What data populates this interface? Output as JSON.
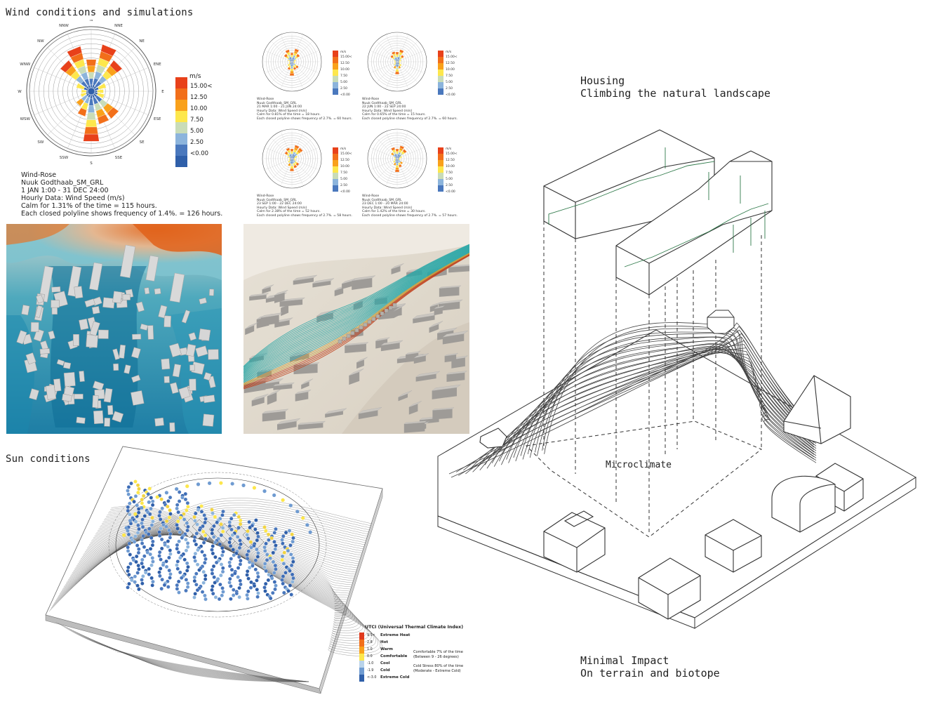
{
  "section_titles": {
    "wind": "Wind conditions and simulations",
    "sun": "Sun conditions"
  },
  "headings": {
    "housing_line1": "Housing",
    "housing_line2": "Climbing the natural landscape",
    "impact_line1": "Minimal Impact",
    "impact_line2": "On terrain and biotope",
    "microclimate": "Microclimate"
  },
  "wind_rose_main": {
    "directions": [
      "N",
      "NNE",
      "NE",
      "ENE",
      "E",
      "ESE",
      "SE",
      "SSE",
      "S",
      "SSW",
      "SW",
      "WSW",
      "W",
      "WNW",
      "NW",
      "NNW"
    ],
    "legend_unit": "m/s",
    "legend_values": [
      "15.00<",
      "12.50",
      "10.00",
      "7.50",
      "5.00",
      "2.50",
      "<0.00"
    ],
    "legend_colors": [
      "#e8411a",
      "#f26f1a",
      "#f9a11b",
      "#fde74c",
      "#c9dcb8",
      "#8cb4dc",
      "#4a78bd",
      "#2f5fa9"
    ],
    "info": [
      "Wind-Rose",
      "Nuuk Godthaab_SM_GRL",
      "1 JAN 1:00 - 31 DEC 24:00",
      "Hourly Data: Wind Speed (m/s)",
      "Calm for 1.31% of the time = 115 hours.",
      "Each closed polyline shows frequency of 1.4%. = 126 hours."
    ]
  },
  "wind_roses_small": [
    {
      "info": [
        "Wind-Rose",
        "Nuuk Godthaab_SM_GRL",
        "21 MAR 1:00 - 21 JUN 24:00",
        "Hourly Data: Wind Speed (m/s)",
        "Calm for 0.81% of the time = 18 hours.",
        "Each closed polyline shows frequency of 2.7%. = 60 hours."
      ]
    },
    {
      "info": [
        "Wind-Rose",
        "Nuuk Godthaab_SM_GRL",
        "22 JUN 1:00 - 22 SEP 24:00",
        "Hourly Data: Wind Speed (m/s)",
        "Calm for 0.65% of the time = 15 hours.",
        "Each closed polyline shows frequency of 2.7%. = 60 hours."
      ]
    },
    {
      "info": [
        "Wind-Rose",
        "Nuuk Godthaab_SM_GRL",
        "23 SEP 1:00 - 22 DEC 24:00",
        "Hourly Data: Wind Speed (m/s)",
        "Calm for 2.38% of the time = 52 hours.",
        "Each closed polyline shows frequency of 2.7%. = 58 hours."
      ]
    },
    {
      "info": [
        "Wind-Rose",
        "Nuuk Godthaab_SM_GRL",
        "23 DEC 1:00 - 20 MAR 24:00",
        "Hourly Data: Wind Speed (m/s)",
        "Calm for 1.42% of the time = 30 hours.",
        "Each closed polyline shows frequency of 2.7%. = 57 hours."
      ]
    }
  ],
  "small_legend_values": [
    "15.00<",
    "12.50",
    "10.00",
    "7.50",
    "5.00",
    "2.50",
    "<0.00"
  ],
  "utci_legend": {
    "title": "UTCI (Universal Thermal Climate Index)",
    "rows": [
      {
        "value": "9.5<",
        "label": "Extreme Heat",
        "color": "#e03a1e"
      },
      {
        "value": "2.8",
        "label": "Hot",
        "color": "#f26f1a"
      },
      {
        "value": "1.0",
        "label": "Warm",
        "color": "#f9a11b"
      },
      {
        "value": "0.0",
        "label": "Comfortable",
        "color": "#fde74c"
      },
      {
        "value": "-1.0",
        "label": "Cool",
        "color": "#b9d3ea"
      },
      {
        "value": "-1.9",
        "label": "Cold",
        "color": "#6f9bd1"
      },
      {
        "value": "<-3.0",
        "label": "Extreme Cold",
        "color": "#2f5fa9"
      }
    ],
    "note1_line1": "Comfortable 7% of the time",
    "note1_line2": "(Between 9 - 26 degrees)",
    "note2_line1": "Cold Stress 80% of the time",
    "note2_line2": "(Moderate - Extreme Cold)"
  },
  "colors": {
    "cfd_blue": "#1a7fa8",
    "cfd_orange": "#e07b2a",
    "stream_teal": "#2aa7a7",
    "stream_red": "#c0401c"
  }
}
